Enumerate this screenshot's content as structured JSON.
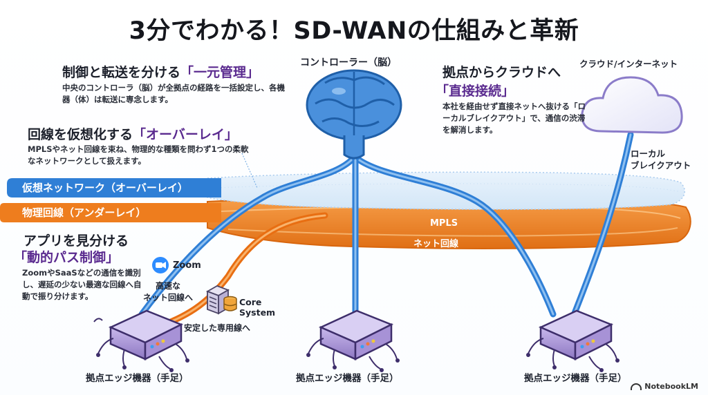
{
  "title": "3分でわかる！SD-WANの仕組みと革新",
  "sections": {
    "central": {
      "heading": "制御と転送を分ける",
      "accent": "「一元管理」",
      "body": "中央のコントローラ（脳）が全拠点の経路を一括設定し、各機器（体）は転送に専念します。"
    },
    "overlay": {
      "heading": "回線を仮想化する",
      "accent": "「オーバーレイ」",
      "body": "MPLSやネット回線を束ね、物理的な種類を問わず1つの柔軟なネットワークとして扱えます。"
    },
    "app": {
      "heading": "アプリを見分ける",
      "accent": "「動的パス制御」",
      "body": "ZoomやSaaSなどの通信を識別し、遅延の少ない最適な回線へ自動で振り分けます。"
    },
    "breakout": {
      "heading": "拠点からクラウドへ",
      "accent": "「直接接続」",
      "body": "本社を経由せず直接ネットへ抜ける「ローカルブレイクアウト」で、通信の渋滞を解消します。"
    }
  },
  "bands": {
    "virtual": "仮想ネットワーク（オーバーレイ）",
    "physical": "物理回線（アンダーレイ）"
  },
  "labels": {
    "controller": "コントローラー（脳）",
    "cloud": "クラウド/インターネット",
    "local_breakout": "ローカル\nブレイクアウト",
    "mpls": "MPLS",
    "internet_line": "ネット回線",
    "zoom": "Zoom",
    "fast_line": "高速な\nネット回線へ",
    "core_system": "Core\nSystem",
    "stable_line": "安定した専用線へ",
    "edge_left": "拠点エッジ機器（手足）",
    "edge_center": "拠点エッジ機器（手足）",
    "edge_right": "拠点エッジ機器（手足）"
  },
  "brand": "NotebookLM",
  "colors": {
    "accent_purple": "#5a2a8f",
    "overlay_blue": "#2f7fd6",
    "underlay_orange": "#ee7d1e",
    "brain_blue": "#3d86d8",
    "device_purple": "#9b86c9"
  },
  "icons": [
    "brain-icon",
    "cloud-icon",
    "router-icon",
    "server-icon",
    "database-icon",
    "zoom-icon",
    "notebooklm-logo-icon"
  ]
}
